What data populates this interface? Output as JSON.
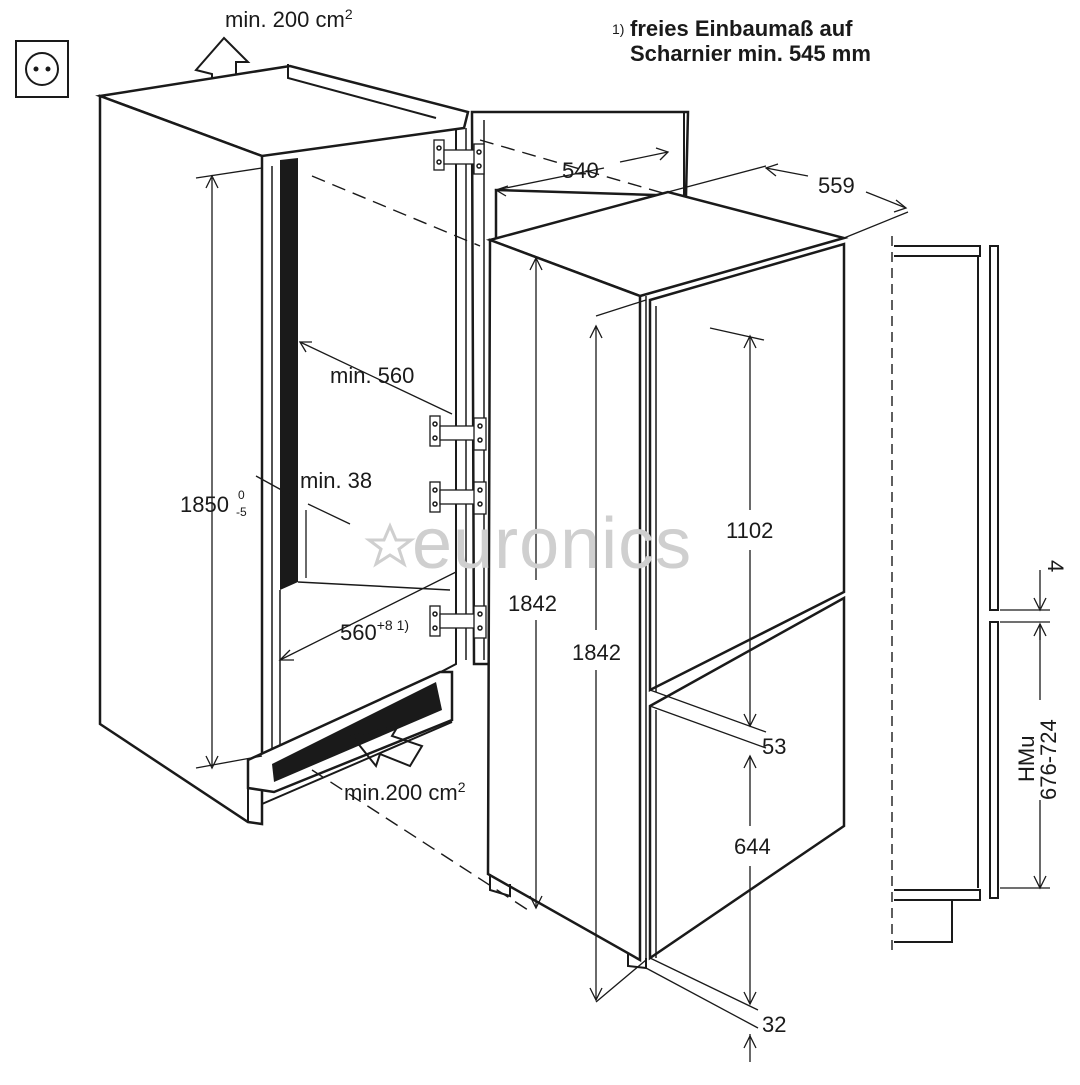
{
  "labels": {
    "top_vent": "min. 200 cm",
    "top_vent_exp": "2",
    "note_mark": "1)",
    "note_line1": "freies Einbaumaß auf",
    "note_line2": "Scharnier min. 545 mm",
    "dim_540": "540",
    "dim_559": "559",
    "dim_min560": "min. 560",
    "dim_min38": "min. 38",
    "dim_1850": "1850",
    "dim_1850_tol_upper": "0",
    "dim_1850_tol_lower": "-5",
    "dim_560": "560",
    "dim_560_sup": "+8 1)",
    "dim_1842_a": "1842",
    "dim_1842_b": "1842",
    "dim_1102": "1102",
    "dim_53": "53",
    "dim_644": "644",
    "dim_32": "32",
    "dim_4": "4",
    "dim_hmu": "HMu",
    "dim_hmu_range": "676-724",
    "bottom_vent": "min.200 cm",
    "bottom_vent_exp": "2",
    "watermark": "euronics"
  },
  "icons": {
    "socket": "power-socket-icon",
    "vent_up": "arrow-up-icon",
    "vent_in": "arrow-diagonal-icon",
    "watermark_star": "star-icon"
  }
}
